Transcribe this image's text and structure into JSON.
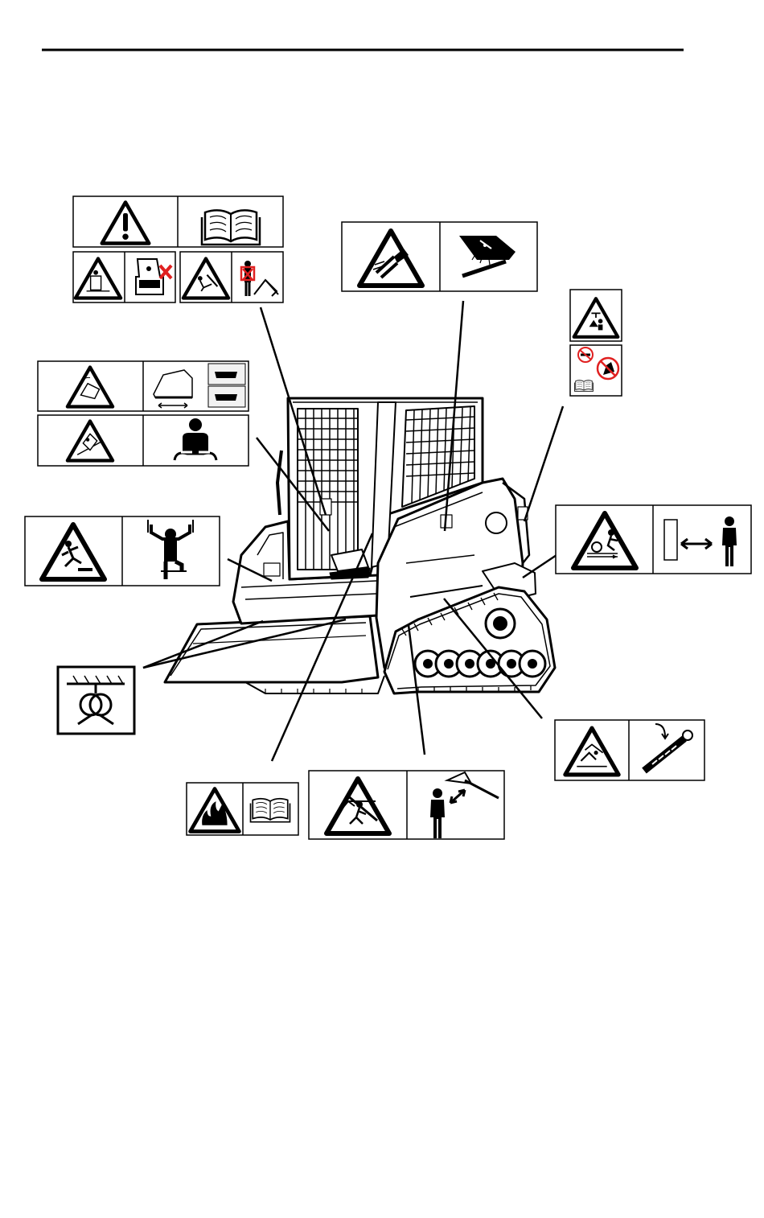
{
  "page": {
    "header_rule": true
  },
  "machine": {
    "type": "compact-track-loader",
    "icon": "track-loader-illustration"
  },
  "decals": [
    {
      "id": "read-manual-safety-decal",
      "icons": [
        "warning-exclamation-icon",
        "operator-manual-icon",
        "rollover-hazard-icon",
        "no-riding-icon",
        "crush-hazard-icon",
        "no-standing-under-icon"
      ]
    },
    {
      "id": "high-pressure-fluid-decal",
      "icons": [
        "fluid-injection-hazard-icon",
        "use-cardboard-icon"
      ]
    },
    {
      "id": "hot-surface-decal",
      "icons": [
        "burn-hazard-icon",
        "no-open-flame-icon",
        "no-smoking-icon",
        "operator-manual-icon"
      ]
    },
    {
      "id": "tipover-seatbelt-decal",
      "icons": [
        "tipover-hazard-icon",
        "load-travel-icon",
        "rollover-hazard-icon",
        "fasten-seatbelt-icon"
      ]
    },
    {
      "id": "fall-hazard-decal",
      "icons": [
        "slip-fall-hazard-icon",
        "three-point-contact-icon"
      ]
    },
    {
      "id": "entanglement-decal",
      "icons": [
        "belt-entanglement-icon",
        "stay-clear-distance-icon"
      ]
    },
    {
      "id": "tie-down-point-decal",
      "icons": [
        "tie-down-chain-icon"
      ]
    },
    {
      "id": "track-tension-decal",
      "icons": [
        "crush-hazard-icon",
        "grease-fitting-icon"
      ]
    },
    {
      "id": "fire-hazard-decal",
      "icons": [
        "fire-hazard-icon",
        "operator-manual-icon"
      ]
    },
    {
      "id": "lift-arm-crush-decal",
      "icons": [
        "lift-arm-crush-hazard-icon",
        "stay-away-from-arm-icon"
      ]
    }
  ],
  "colors": {
    "ink": "#000000",
    "paper": "#ffffff",
    "prohibit": "#e02020",
    "panel": "#f2f2f2"
  }
}
